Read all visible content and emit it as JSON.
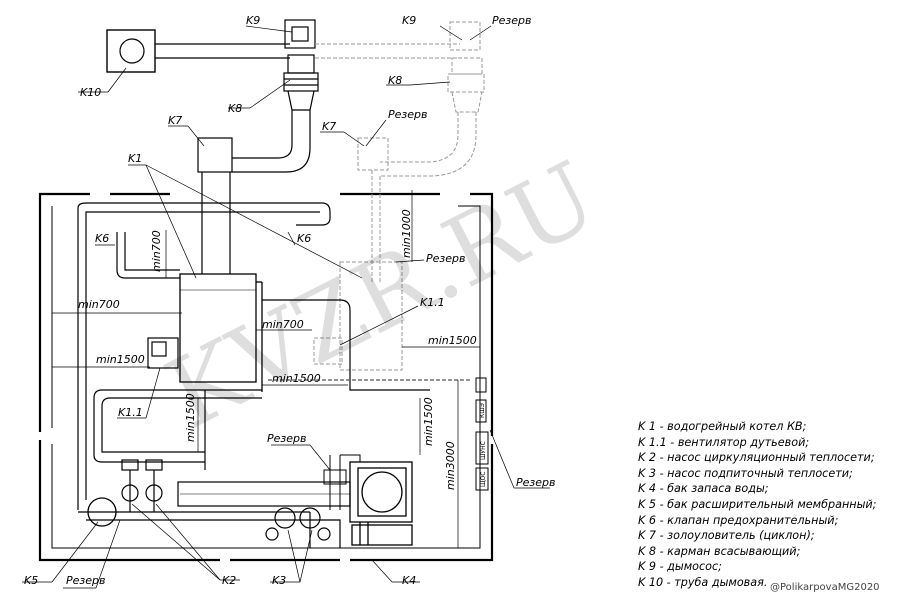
{
  "labels": {
    "k10": "K10",
    "k9": "K9",
    "k9_reserve": "K9",
    "reserve_k9": "Резерв",
    "k8": "K8",
    "k8_reserve": "K8",
    "k7": "K7",
    "k7_reserve": "K7",
    "reserve_k7": "Резерв",
    "k1": "K1",
    "k6_left": "K6",
    "k6_right": "K6",
    "reserve_k1": "Резерв",
    "k1_1_right": "K1.1",
    "k1_1_left": "K1.1",
    "reserve_k4": "Резерв",
    "k5": "K5",
    "reserve_bottom": "Резерв",
    "k2": "K2",
    "k3": "K3",
    "k4": "K4",
    "reserve_right": "Резерв"
  },
  "dimensions": {
    "min700_top": "min700",
    "min700_left": "min700",
    "min700_mid": "min700",
    "min1500_left": "min1500",
    "min1500_mid": "min1500",
    "min1500_right": "min1500",
    "min1500_vert_left": "min1500",
    "min1500_vert_right": "min1500",
    "min1000": "min1000",
    "min3000": "min3000"
  },
  "small_text": {
    "box1": "КШЭ",
    "box2": "ШУНС",
    "box3": "ЩОС"
  },
  "watermark": "KVZR.RU",
  "legend": [
    "K 1 -  водогрейный котел КВ;",
    "K 1.1 -  вентилятор дутьевой;",
    "K 2 -  насос циркуляционный теплосети;",
    "K 3 -  насос подпиточный теплосети;",
    "K 4 -  бак запаса воды;",
    "K 5 -  бак расширительный мембранный;",
    "K 6 -  клапан предохранительный;",
    "K 7 -  золоуловитель  (циклон);",
    "K 8 -  карман всасывающий;",
    "K 9 -  дымосос;",
    "K 10 -  труба дымовая."
  ],
  "credit": "@PolikarpovaMG2020"
}
